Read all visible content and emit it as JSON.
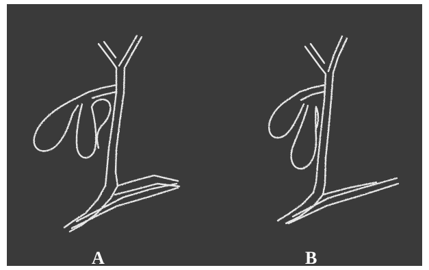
{
  "figure": {
    "panels": [
      {
        "id": "A",
        "label": "A"
      },
      {
        "id": "B",
        "label": "B"
      }
    ],
    "colors": {
      "background": "#3a3a3a",
      "border": "#ffffff",
      "chalk": "#e8e8e8",
      "label": "#ffffff"
    }
  }
}
